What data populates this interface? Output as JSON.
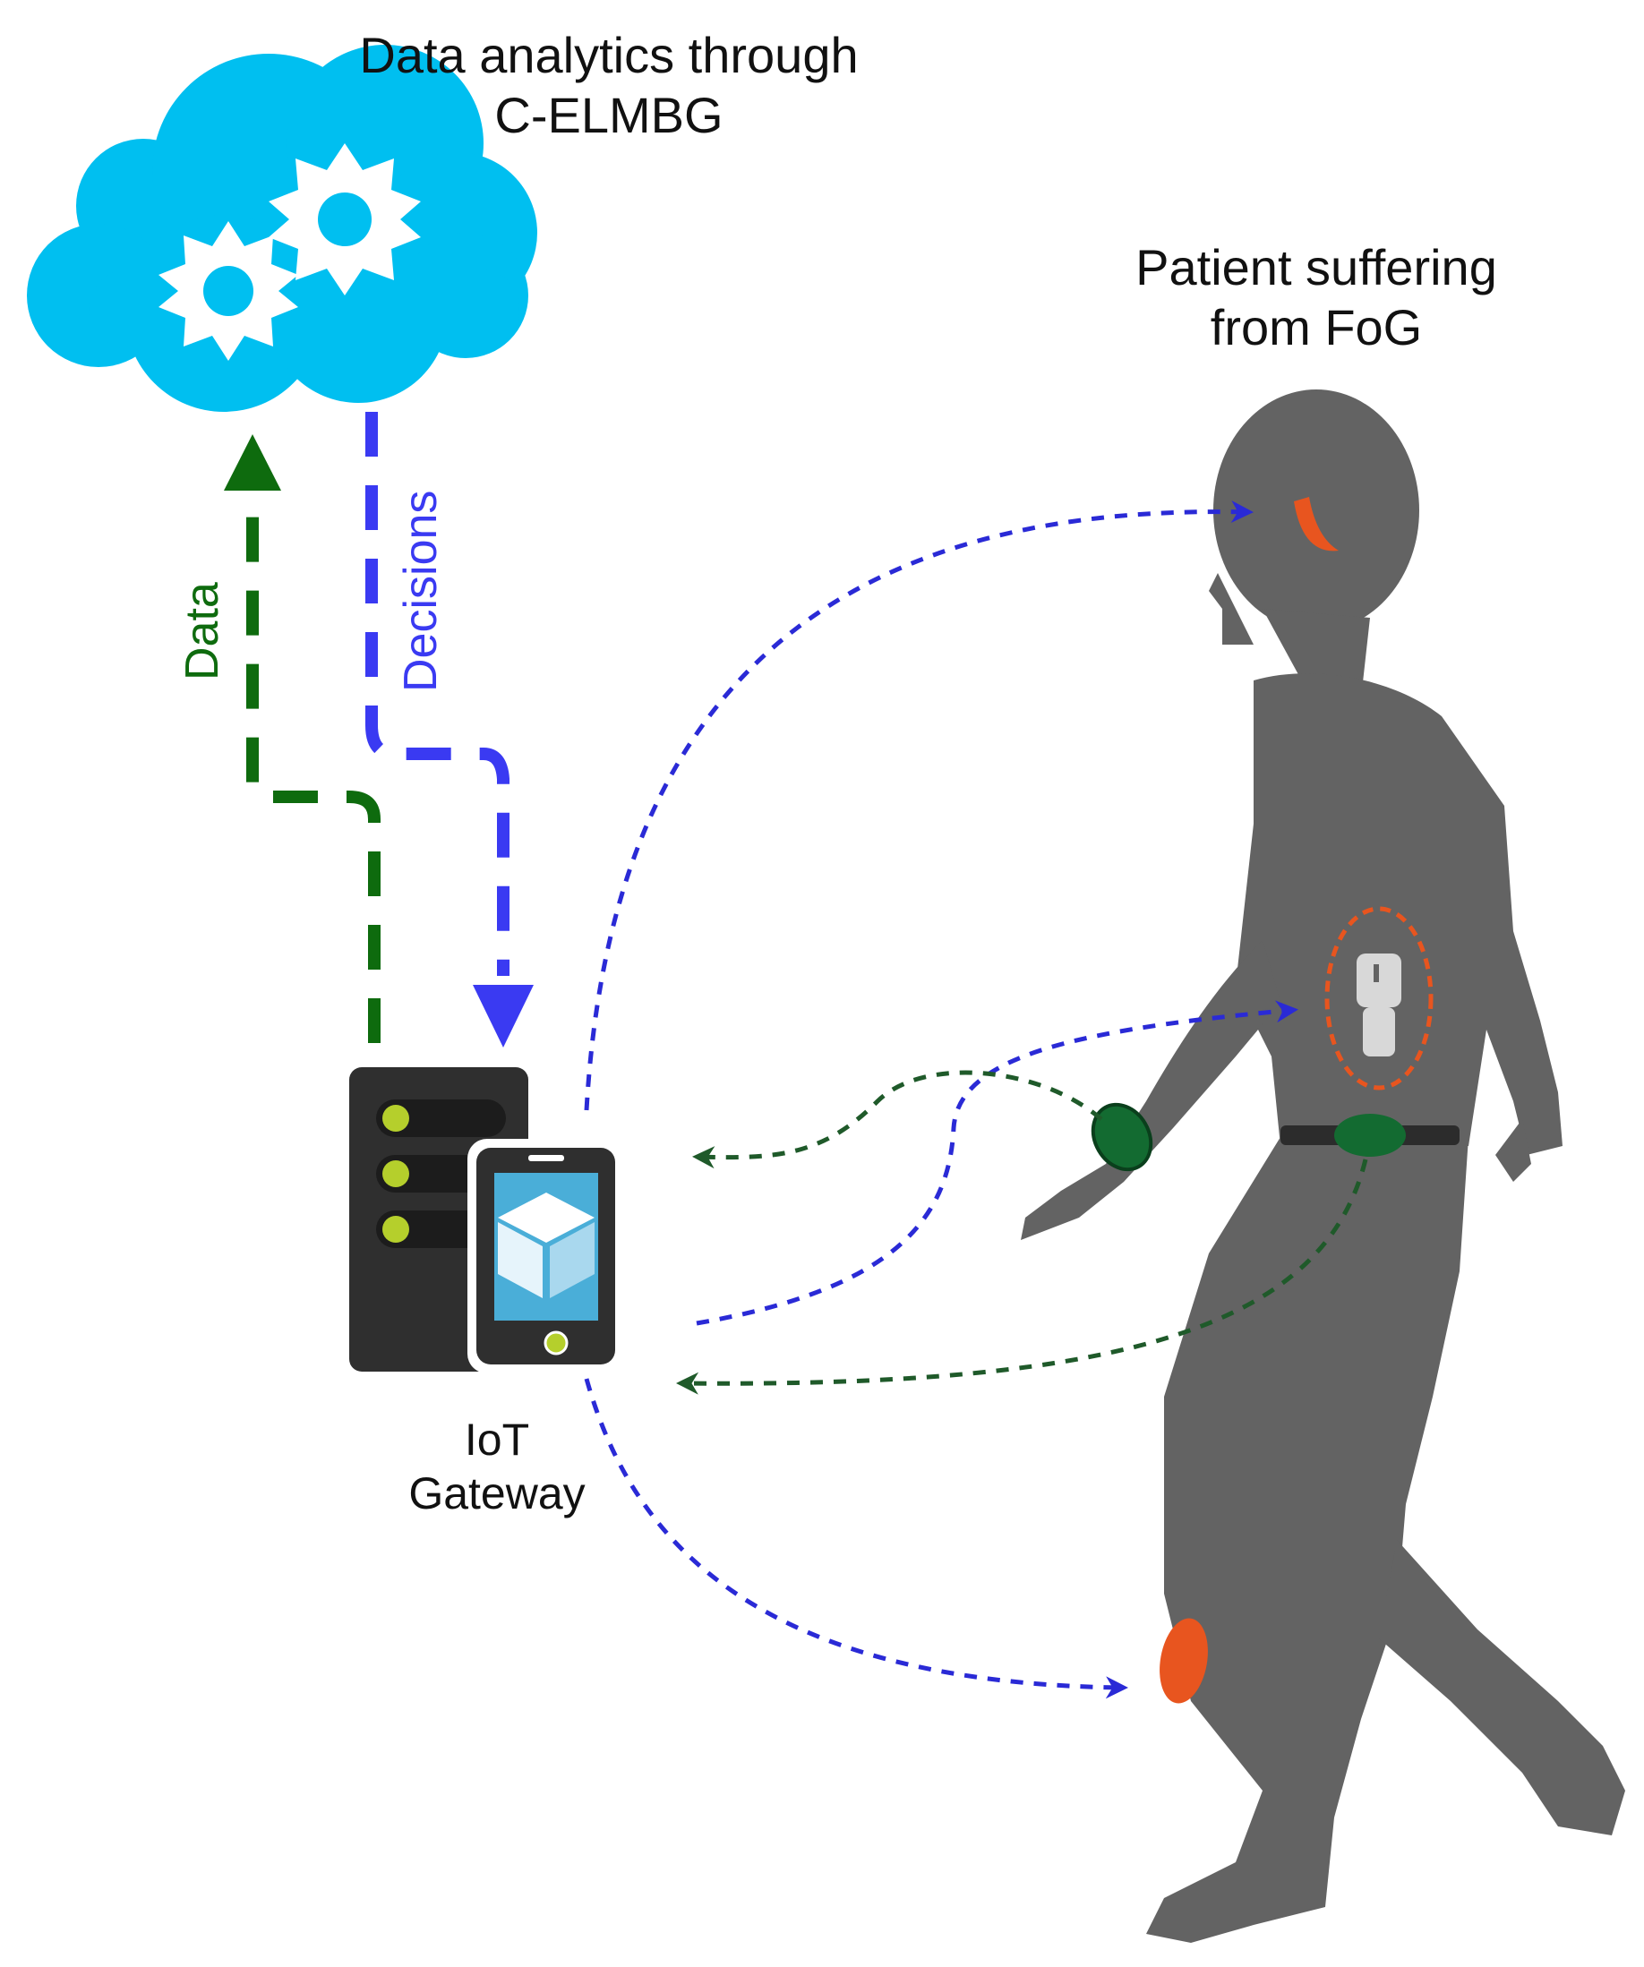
{
  "labels": {
    "cloud_title_line1": "Data analytics through",
    "cloud_title_line2": "C-ELMBG",
    "patient_title_line1": "Patient suffering",
    "patient_title_line2": "from FoG",
    "data_arrow": "Data",
    "decisions_arrow": "Decisions",
    "gateway_line1": "IoT",
    "gateway_line2": "Gateway"
  },
  "colors": {
    "cloud": "#00bff0",
    "data_arrow": "#0e6b0e",
    "decisions_arrow": "#3a3af2",
    "link_blue": "#2a2ad6",
    "link_green": "#1f5a2a",
    "body": "#636363",
    "sensor_green": "#136b31",
    "sensor_orange": "#e8551f",
    "server": "#2f2f2f",
    "server_led": "#b5cf2c",
    "phone_screen": "#4aaed8"
  },
  "icons": {
    "cloud": "cloud-icon",
    "gears": "gear-icon",
    "server": "server-icon",
    "phone": "smartphone-icon",
    "patient": "walking-person-icon"
  }
}
